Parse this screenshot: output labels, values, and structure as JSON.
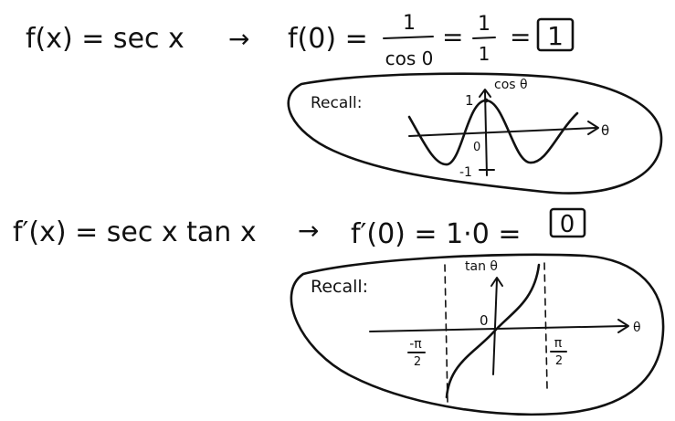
{
  "line1": {
    "lhs": "f(x) = sec x",
    "arrow": "→",
    "eval_lhs": "f(0) =",
    "frac1_num": "1",
    "frac1_den": "cos 0",
    "eq": "=",
    "frac2_num": "1",
    "frac2_den": "1",
    "eq2": "=",
    "answer": "1"
  },
  "recall1": {
    "label": "Recall:",
    "curve_label": "cos θ",
    "axis_label": "θ",
    "tick_top": "1",
    "tick_origin": "0",
    "tick_bottom": "-1"
  },
  "line2": {
    "lhs": "f′(x) = sec x tan x",
    "arrow": "→",
    "eval": "f′(0) = 1·0 =",
    "answer": "0"
  },
  "recall2": {
    "label": "Recall:",
    "curve_label": "tan θ",
    "axis_label": "θ",
    "tick_origin": "0",
    "left_num": "-π",
    "left_den": "2",
    "right_num": "π",
    "right_den": "2"
  }
}
